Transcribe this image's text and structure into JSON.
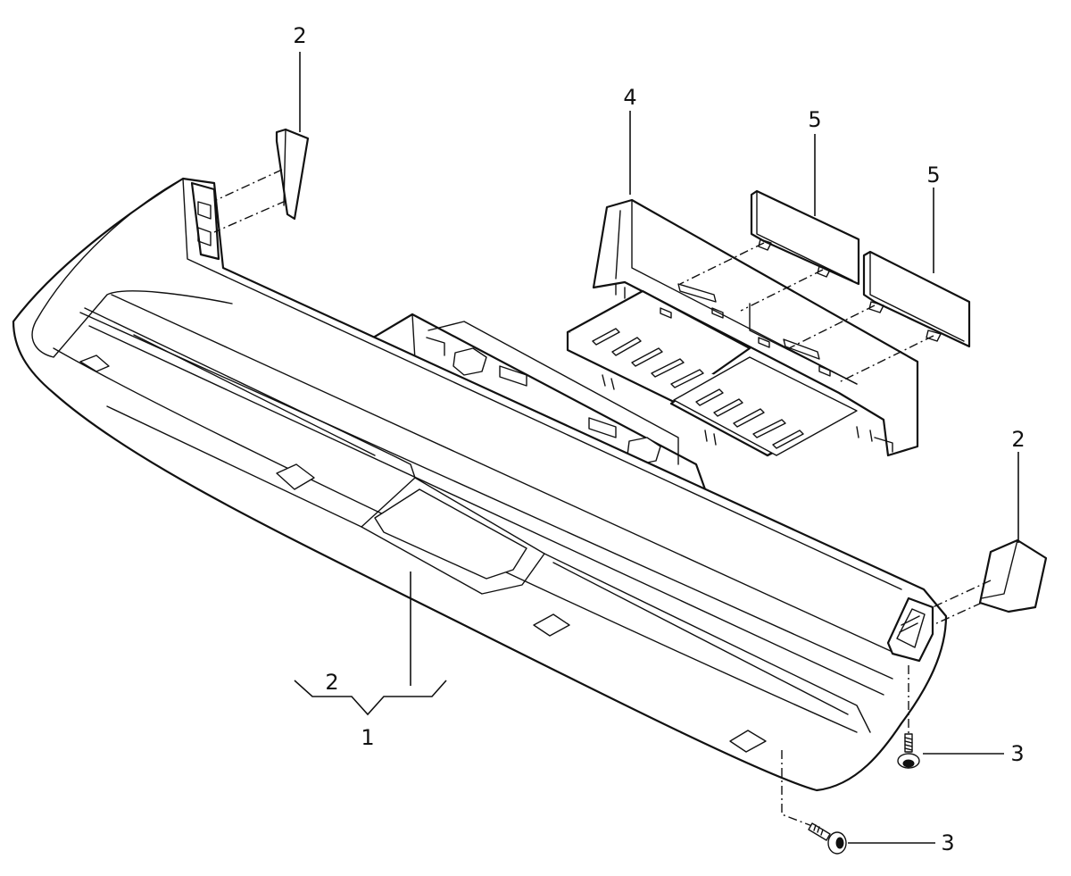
{
  "callouts": {
    "c2_top_left": "2",
    "c4_tray": "4",
    "c5_upper": "5",
    "c5_lower": "5",
    "c2_right": "2",
    "c2_group": "2",
    "c1_main": "1",
    "c3_upper": "3",
    "c3_lower": "3"
  },
  "colors": {
    "line": "#111111",
    "background": "#ffffff"
  },
  "icons": [
    "screw-icon"
  ]
}
